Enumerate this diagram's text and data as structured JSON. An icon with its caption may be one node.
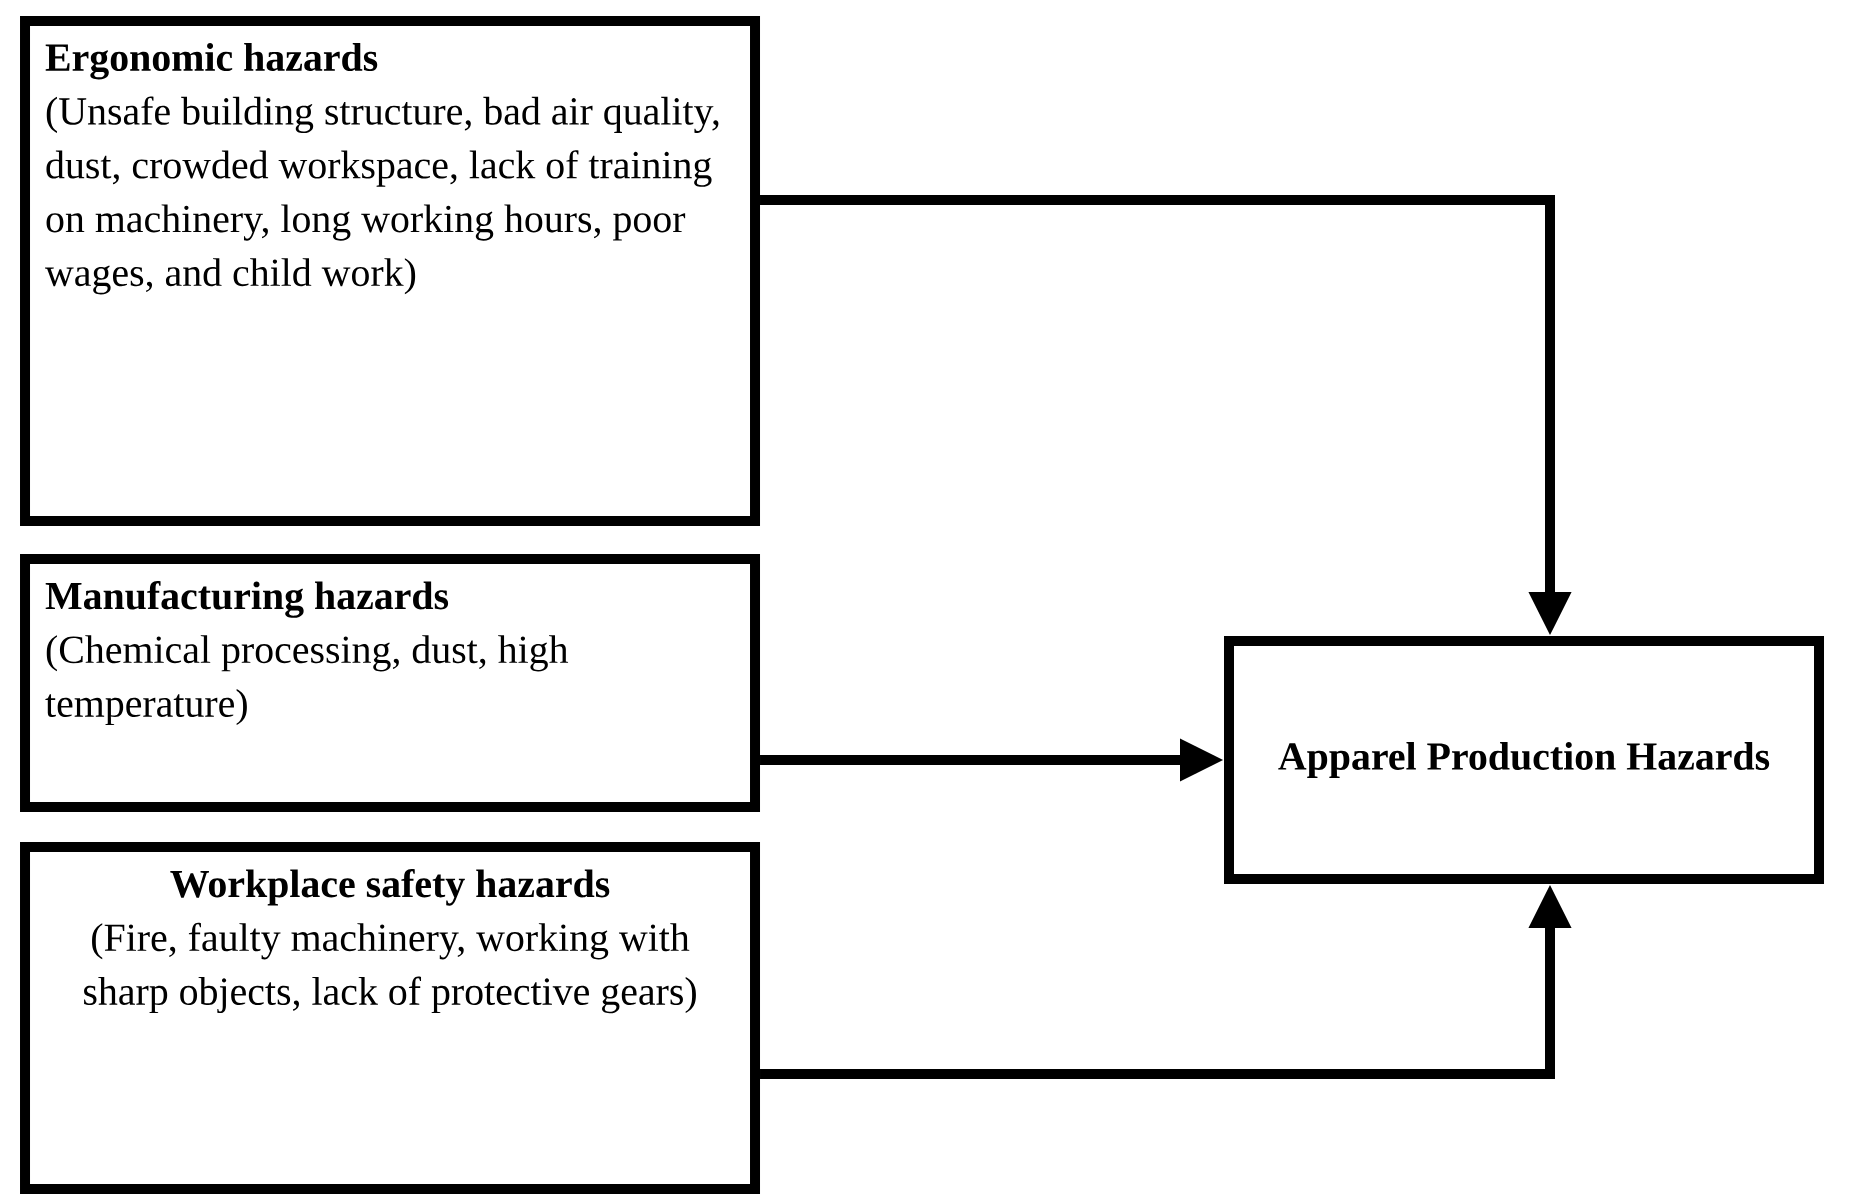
{
  "diagram": {
    "nodes": [
      {
        "text": [
          "Ergonomic hazards",
          "(Unsafe building structure, bad air quality, dust, crowded workspace, lack of training on machinery, long working hours, poor wages, and child work)"
        ]
      },
      {
        "text": [
          "Manufacturing hazards",
          "(Chemical processing, dust, high temperature)"
        ]
      },
      {
        "text": [
          "Workplace safety hazards",
          "(Fire, faulty machinery, working with sharp objects, lack of protective gears)"
        ]
      },
      {
        "text": [
          "Apparel Production Hazards"
        ]
      }
    ],
    "edges": [
      {
        "from": 0,
        "to": 3,
        "arrow": "to"
      },
      {
        "from": 1,
        "to": 3,
        "arrow": "to"
      },
      {
        "from": 2,
        "to": 3,
        "arrow": "to"
      }
    ]
  }
}
